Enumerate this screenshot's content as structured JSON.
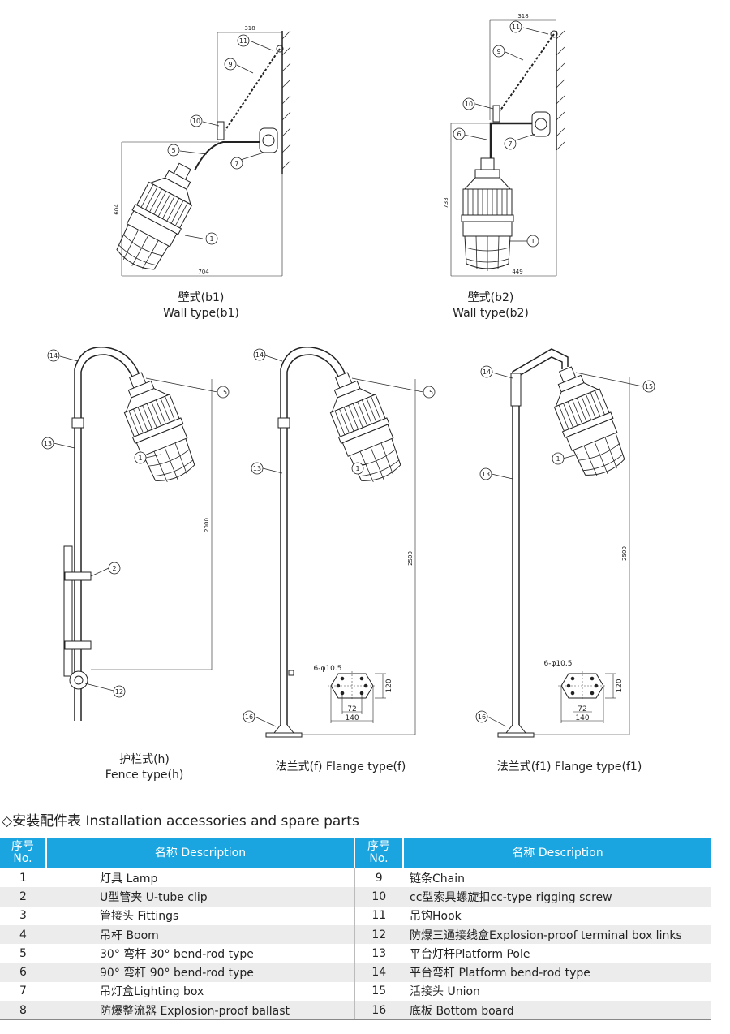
{
  "figures": [
    {
      "caption_cn": "壁式(b1)",
      "caption_en": "Wall type(b1)",
      "dims": {
        "top": "318",
        "height": "604",
        "width": "704"
      }
    },
    {
      "caption_cn": "壁式(b2)",
      "caption_en": "Wall type(b2)",
      "dims": {
        "top": "318",
        "height": "733",
        "width": "449"
      }
    },
    {
      "caption_cn": "护栏式(h)",
      "caption_en": "Fence type(h)",
      "dims": {
        "height": "2000"
      }
    },
    {
      "caption": "法兰式(f) Flange type(f)",
      "dims": {
        "height": "2500",
        "holes": "6-φ10.5",
        "d1": "120",
        "d2": "72",
        "d3": "140"
      }
    },
    {
      "caption": "法兰式(f1) Flange type(f1)",
      "dims": {
        "height": "2500",
        "holes": "6-φ10.5",
        "d1": "120",
        "d2": "72",
        "d3": "140"
      }
    }
  ],
  "section_title": "◇安装配件表 Installation accessories and spare parts",
  "table": {
    "headers": {
      "no_cn": "序号",
      "no_en": "No.",
      "desc": "名称 Description"
    },
    "left": [
      {
        "no": "1",
        "desc": "灯具 Lamp"
      },
      {
        "no": "2",
        "desc": "U型管夹 U-tube clip"
      },
      {
        "no": "3",
        "desc": "管接头 Fittings"
      },
      {
        "no": "4",
        "desc": "吊杆 Boom"
      },
      {
        "no": "5",
        "desc": "30° 弯杆 30° bend-rod type"
      },
      {
        "no": "6",
        "desc": "90° 弯杆 90° bend-rod type"
      },
      {
        "no": "7",
        "desc": "吊灯盒Lighting box"
      },
      {
        "no": "8",
        "desc": "防爆整流器 Explosion-proof ballast"
      }
    ],
    "right": [
      {
        "no": "9",
        "desc": "链条Chain"
      },
      {
        "no": "10",
        "desc": "cc型索具螺旋扣cc-type rigging screw"
      },
      {
        "no": "11",
        "desc": "吊钩Hook"
      },
      {
        "no": "12",
        "desc": "防爆三通接线盒Explosion-proof terminal box links"
      },
      {
        "no": "13",
        "desc": "平台灯杆Platform Pole"
      },
      {
        "no": "14",
        "desc": "平台弯杆 Platform bend-rod type"
      },
      {
        "no": "15",
        "desc": "活接头 Union"
      },
      {
        "no": "16",
        "desc": "底板 Bottom board"
      }
    ]
  }
}
